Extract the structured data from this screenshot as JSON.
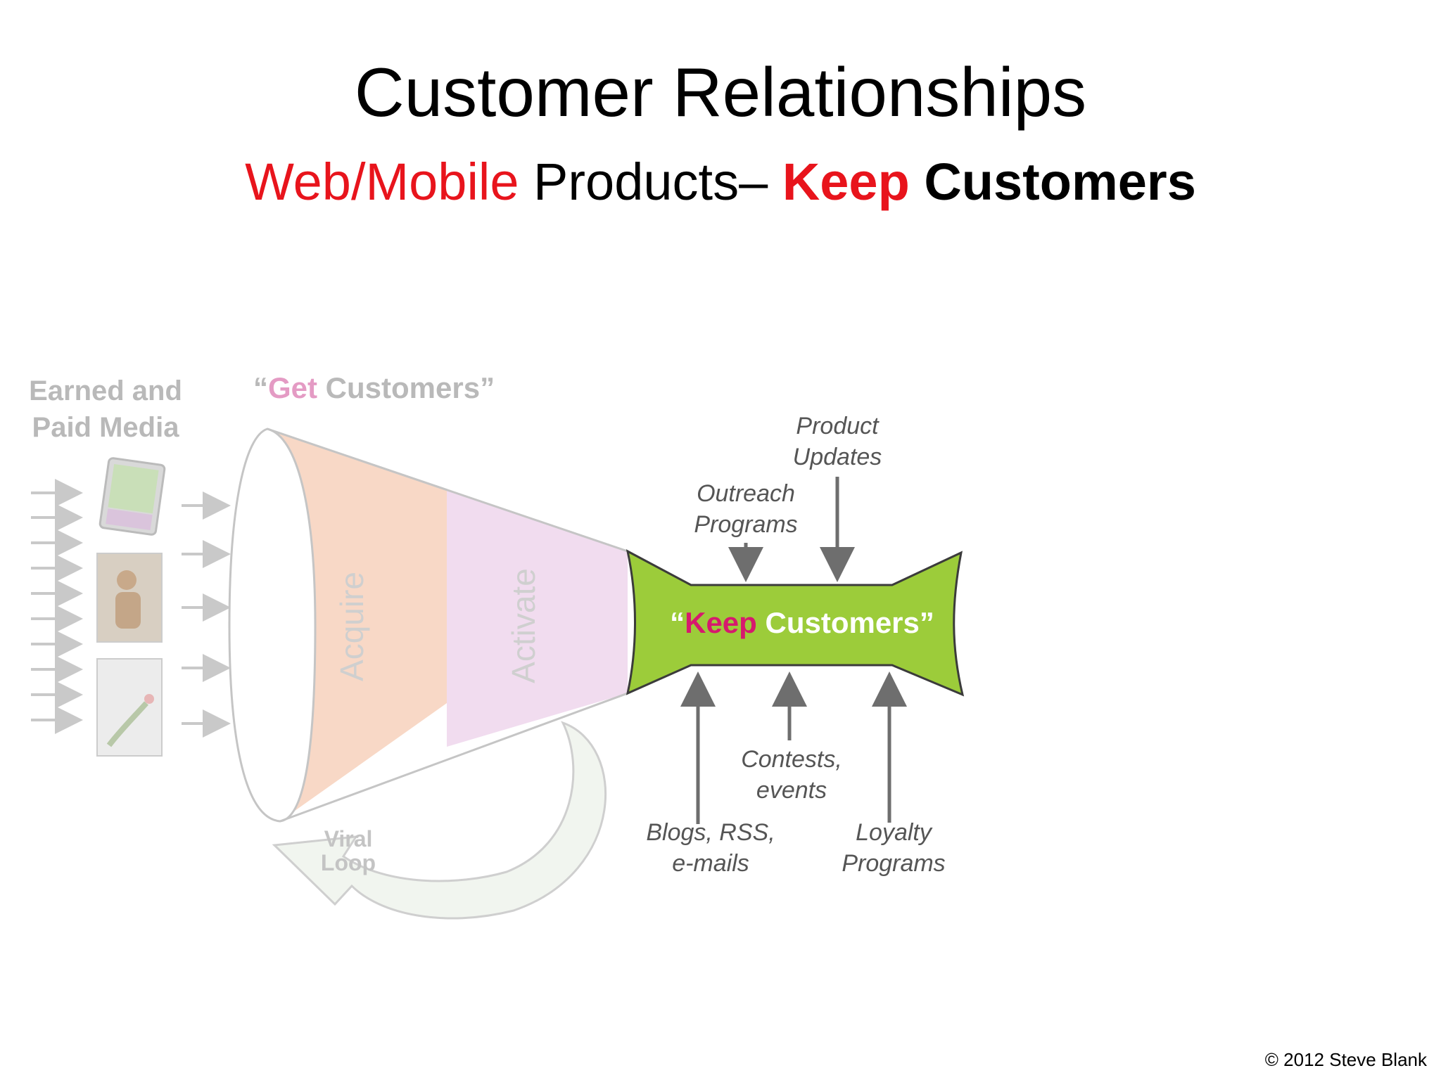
{
  "title": "Customer Relationships",
  "subtitle": {
    "part1": "Web/Mobile",
    "part2": " Products– ",
    "part3": "Keep",
    "part4": " Customers"
  },
  "diagram": {
    "media_label_line1": "Earned and",
    "media_label_line2": "Paid Media",
    "get_customers": {
      "open_quote": "“",
      "highlight": "Get",
      "rest": " Customers”"
    },
    "acquire": "Acquire",
    "activate": "Activate",
    "keep_customers": {
      "open_quote": "“",
      "highlight": "Keep",
      "rest": " Customers”"
    },
    "viral_loop_line1": "Viral",
    "viral_loop_line2": "Loop",
    "outreach_line1": "Outreach",
    "outreach_line2": "Programs",
    "product_updates_line1": "Product",
    "product_updates_line2": "Updates",
    "contests_line1": "Contests,",
    "contests_line2": "events",
    "blogs_line1": "Blogs, RSS,",
    "blogs_line2": "e-mails",
    "loyalty_line1": "Loyalty",
    "loyalty_line2": "Programs",
    "colors": {
      "acquire": "#f8d8c6",
      "activate": "#f1dcef",
      "keep": "#9ccc3a",
      "keep_highlight": "#d6196e",
      "get_highlight": "#e49bc4",
      "title_red": "#e8141c"
    }
  },
  "copyright": "© 2012 Steve Blank"
}
